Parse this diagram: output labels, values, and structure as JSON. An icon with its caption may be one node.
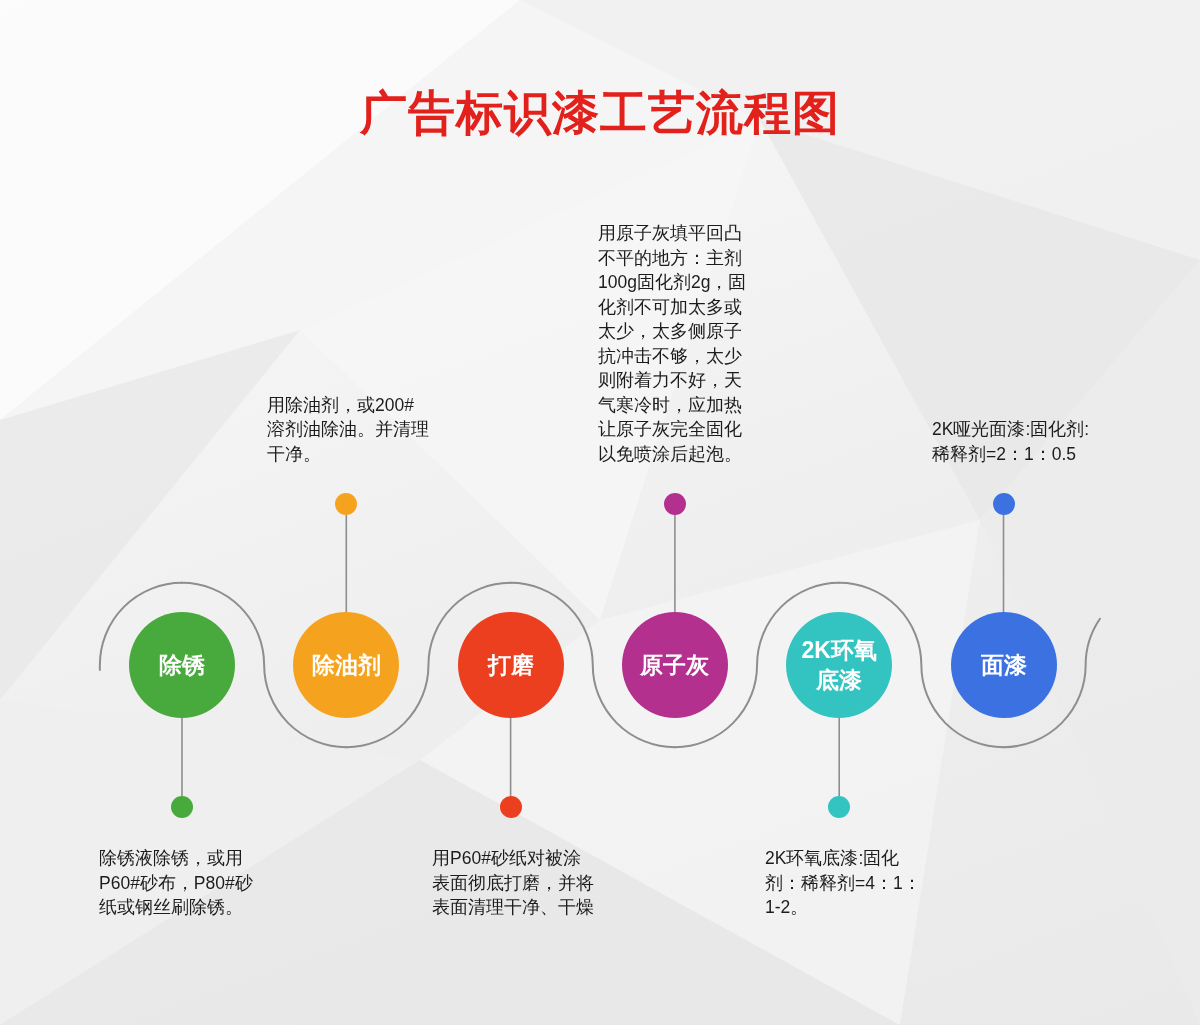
{
  "diagram": {
    "title": "广告标识漆工艺流程图",
    "nodes": [
      {
        "text": [
          "除锈"
        ]
      },
      {
        "text": [
          "除油剂"
        ]
      },
      {
        "text": [
          "打磨"
        ]
      },
      {
        "text": [
          "原子灰"
        ]
      },
      {
        "text": [
          "2K环氧底漆"
        ]
      },
      {
        "text": [
          "面漆"
        ]
      },
      {
        "text": [],
        "shape": "circle",
        "beside": [
          "除锈液除锈，或用P60#砂布，P80#砂纸或钢丝刷除锈。"
        ]
      },
      {
        "text": [],
        "shape": "circle",
        "beside": [
          "用除油剂，或200#溶剂油除油。并清理干净。"
        ]
      },
      {
        "text": [],
        "shape": "circle",
        "beside": [
          "用P60#砂纸对被涂表面彻底打磨，并将表面清理干净、干燥"
        ]
      },
      {
        "text": [],
        "shape": "circle",
        "beside": [
          "用原子灰填平回凸不平的地方：主剂100g固化剂2g，固化剂不可加太多或太少，太多侧原子抗冲击不够，太少则附着力不好，天气寒冷时，应加热让原子灰完全固化以免喷涂后起泡。"
        ]
      },
      {
        "text": [],
        "shape": "circle",
        "beside": [
          "2K环氧底漆:固化剂：稀释剂=4：1：1-2。"
        ]
      },
      {
        "text": [],
        "shape": "circle",
        "beside": [
          "2K哑光面漆:固化剂:稀释剂=2：1：0.5"
        ]
      }
    ],
    "edges": [
      {
        "from": null,
        "to": 0,
        "arrow": "none"
      },
      {
        "from": 0,
        "to": 1,
        "arrow": "none"
      },
      {
        "from": 1,
        "to": 2,
        "arrow": "none"
      },
      {
        "from": 2,
        "to": 3,
        "arrow": "none"
      },
      {
        "from": 3,
        "to": 4,
        "arrow": "none"
      },
      {
        "from": 4,
        "to": 5,
        "arrow": "none"
      },
      {
        "from": 5,
        "to": null,
        "arrow": "none"
      },
      {
        "from": 6,
        "to": 0,
        "arrow": "none"
      },
      {
        "from": 7,
        "to": 1,
        "arrow": "none"
      },
      {
        "from": 8,
        "to": 2,
        "arrow": "none"
      },
      {
        "from": 9,
        "to": 3,
        "arrow": "none"
      },
      {
        "from": 10,
        "to": 4,
        "arrow": "none"
      },
      {
        "from": 11,
        "to": 5,
        "arrow": "none"
      }
    ]
  }
}
